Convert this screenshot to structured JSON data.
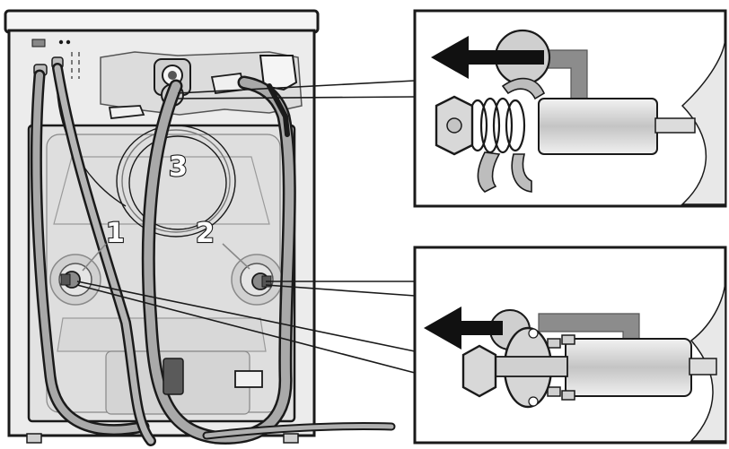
{
  "callouts": {
    "one": "1",
    "two": "2",
    "three": "3"
  },
  "colors": {
    "outline": "#1a1a1a",
    "panel_fill": "#e9e9e9",
    "panel_shade": "#d6d6d6",
    "hose": "#a9a9a9",
    "arrow": "#111111",
    "bracket": "#8c8c8c"
  }
}
